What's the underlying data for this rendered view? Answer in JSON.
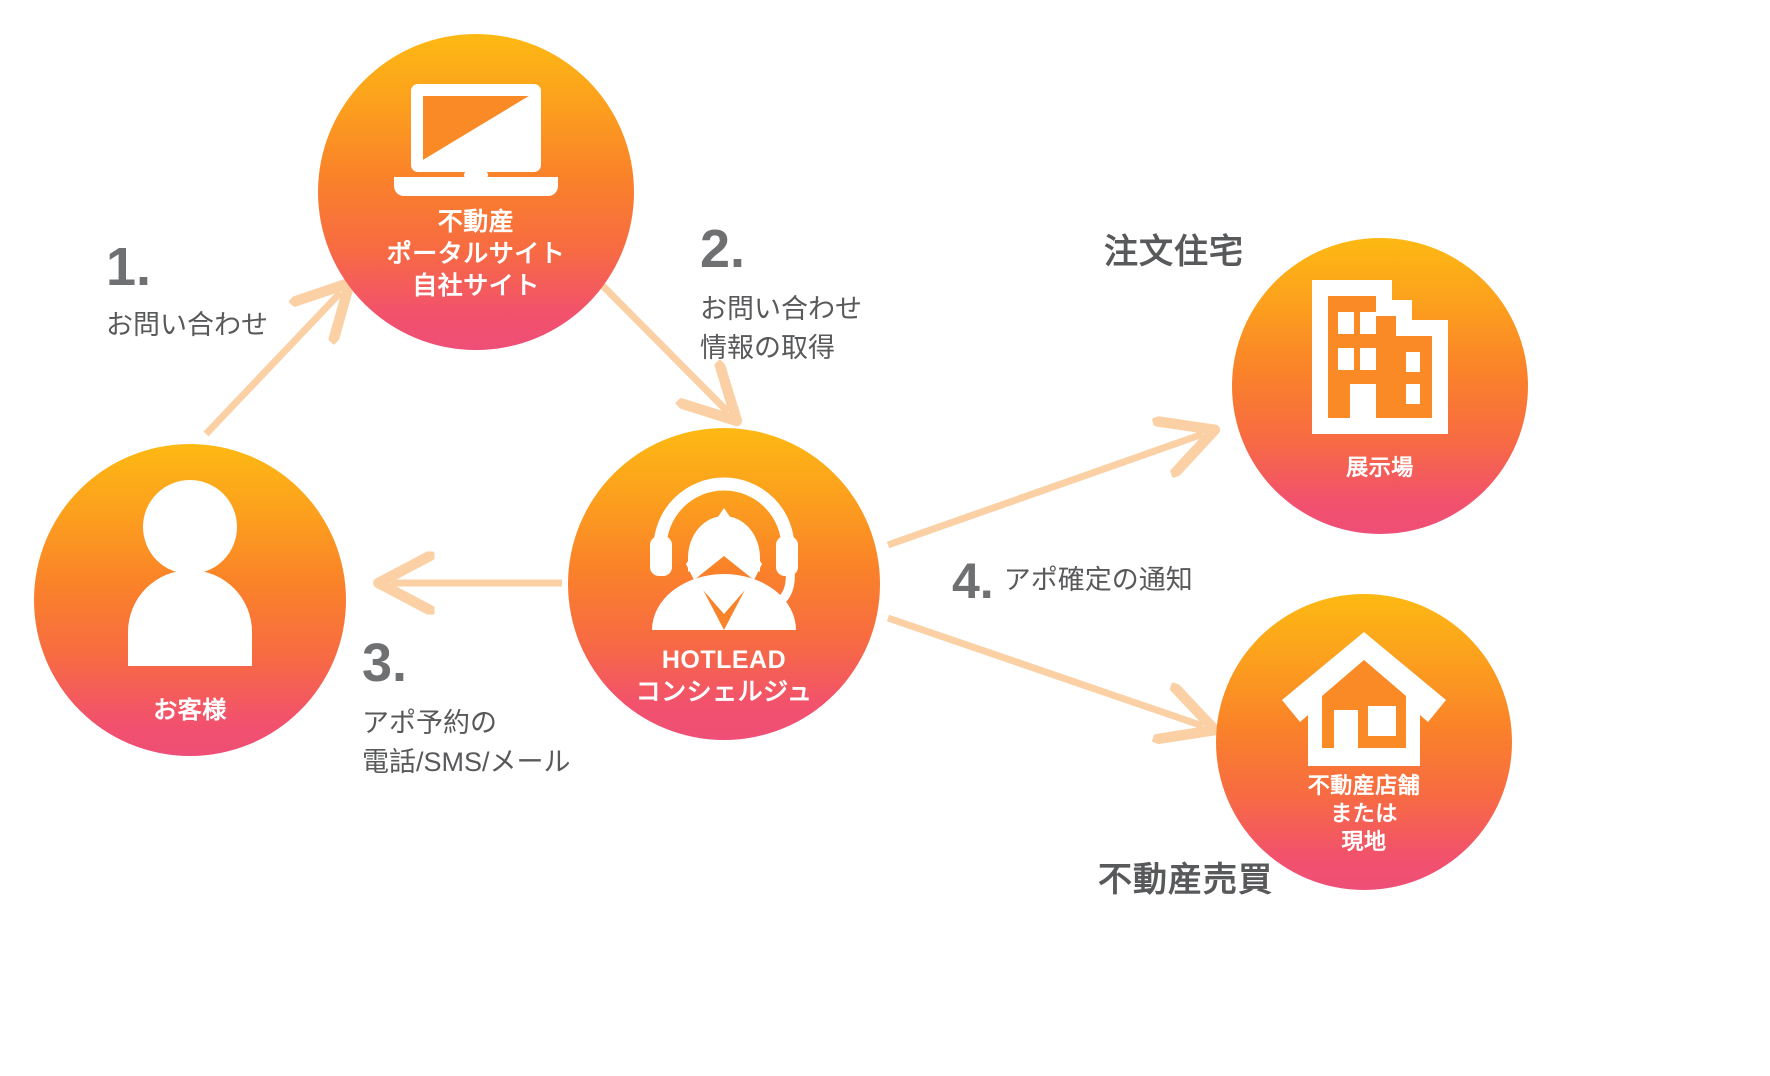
{
  "diagram": {
    "title": "HOTLEAD concierge appointment flow",
    "palette": {
      "gradient_top": "#fdb913",
      "gradient_mid": "#fa8229",
      "gradient_bottom": "#ef4e77",
      "arrow": "#fbd0a4",
      "text_gray": "#58595b",
      "number_gray": "#6f7072",
      "background": "#ffffff"
    }
  },
  "nodes": {
    "portal": {
      "icon": "laptop-icon",
      "lines": [
        "不動産",
        "ポータルサイト",
        "自社サイト"
      ]
    },
    "customer": {
      "icon": "person-icon",
      "lines": [
        "お客様"
      ]
    },
    "hotlead": {
      "icon": "headset-operator-icon",
      "lines": [
        "HOTLEAD",
        "コンシェルジュ"
      ]
    },
    "showroom": {
      "icon": "office-building-icon",
      "lines": [
        "展示場"
      ]
    },
    "store": {
      "icon": "house-icon",
      "lines": [
        "不動産店舗",
        "または",
        "現地"
      ]
    }
  },
  "steps": [
    {
      "num": "1.",
      "lines": [
        "お問い合わせ"
      ]
    },
    {
      "num": "2.",
      "lines": [
        "お問い合わせ",
        "情報の取得"
      ]
    },
    {
      "num": "3.",
      "lines": [
        "アポ予約の",
        "電話/SMS/メール"
      ]
    },
    {
      "num": "4.",
      "lines": [
        "アポ確定の通知"
      ]
    }
  ],
  "captions": {
    "chumon": "注文住宅",
    "baibai": "不動産売買"
  }
}
